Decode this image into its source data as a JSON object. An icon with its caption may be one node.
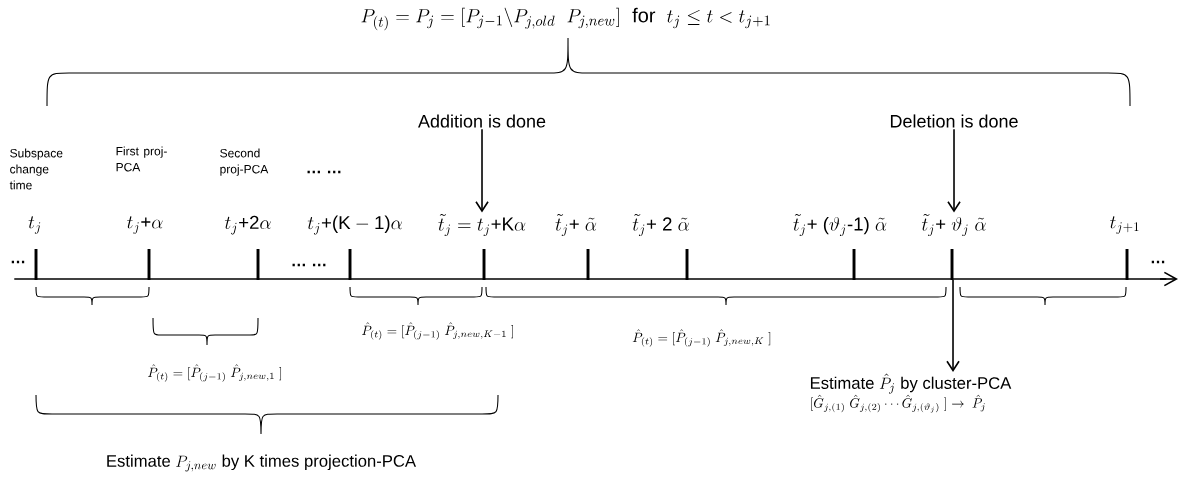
{
  "diagram": {
    "title": "P_{(t)} = P_j = [P_{j-1}\\backslash P_{j,old}\\ \\ P_{j,new}]\\ \\mbox{ for }\\ t_j \\le t < t_{j+1}",
    "nodes": [
      {
        "text": [
          "Addition is done"
        ]
      },
      {
        "text": [
          "Deletion is done"
        ]
      },
      {
        "text": [
          "\\tilde{t}_j = t_j\\mbox{+K}\\alpha"
        ]
      },
      {
        "text": [
          "\\tilde{t}_j\\mbox{+ }\\vartheta_j\\ \\tilde{\\alpha}"
        ]
      },
      {
        "text": [],
        "shape": "bar"
      },
      {
        "text": [
          "\\mbox{Estimate }\\hat{P}_j\\mbox{ by cluster-PCA}",
          "[\\hat{G}_{j,(1)}\\ \\hat{G}_{j,(2)}\\cdots\\hat{G}_{j,(\\vartheta_j)}\\ ]\\rightarrow\\ \\hat{P}_j"
        ]
      }
    ],
    "edges": [
      {
        "from": 0,
        "to": 2,
        "arrow": "to"
      },
      {
        "from": 1,
        "to": 3,
        "arrow": "to"
      },
      {
        "from": 4,
        "to": 5,
        "arrow": "to"
      }
    ],
    "labels": [
      "Subspace change time",
      "First proj-PCA",
      "Second proj-PCA",
      "… …",
      "t_j",
      "t_j\\mbox{+}\\alpha",
      "t_j\\mbox{+2}\\alpha",
      "t_j\\mbox{+(K}-\\mbox{1)}\\alpha",
      "\\tilde{t}_j\\mbox{+ }\\tilde{\\alpha}",
      "\\tilde{t}_j\\mbox{+ 2 }\\tilde{\\alpha}",
      "\\tilde{t}_j\\mbox{+ (}\\vartheta_j\\mbox{-1) }\\tilde{\\alpha}",
      "t_{j+1}",
      "…",
      "… …",
      "…",
      "\\hat{P}_{(t)} = [\\hat{P}_{(j-1)}\\ \\hat{P}_{j,new,K-1}\\ ]",
      "\\hat{P}_{(t)} = [\\hat{P}_{(j-1)}\\ \\hat{P}_{j,new,K}\\ ]",
      "\\hat{P}_{(t)} = [\\hat{P}_{(j-1)}\\ \\hat{P}_{j,new,1}\\ ]",
      "\\mbox{Estimate }P_{j,new}\\mbox{ by K times projection-PCA}"
    ]
  }
}
